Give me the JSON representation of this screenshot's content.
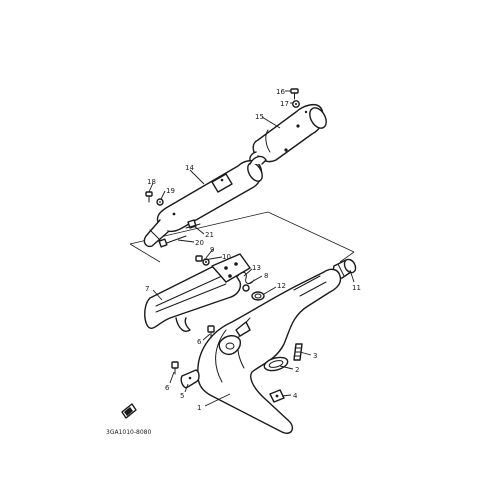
{
  "diagram": {
    "figure_code": "3GA1010-8080",
    "callouts": [
      {
        "id": "c1",
        "label": "1"
      },
      {
        "id": "c2",
        "label": "2"
      },
      {
        "id": "c3",
        "label": "3"
      },
      {
        "id": "c4",
        "label": "4"
      },
      {
        "id": "c5",
        "label": "5"
      },
      {
        "id": "c6a",
        "label": "6"
      },
      {
        "id": "c6b",
        "label": "6"
      },
      {
        "id": "c7",
        "label": "7"
      },
      {
        "id": "c8",
        "label": "8"
      },
      {
        "id": "c9",
        "label": "9"
      },
      {
        "id": "c10",
        "label": "10"
      },
      {
        "id": "c11",
        "label": "11"
      },
      {
        "id": "c12",
        "label": "12"
      },
      {
        "id": "c13",
        "label": "13"
      },
      {
        "id": "c14",
        "label": "14"
      },
      {
        "id": "c15",
        "label": "15"
      },
      {
        "id": "c16",
        "label": "16"
      },
      {
        "id": "c17",
        "label": "17"
      },
      {
        "id": "c18",
        "label": "18"
      },
      {
        "id": "c19",
        "label": "19"
      },
      {
        "id": "c20",
        "label": "20"
      },
      {
        "id": "c21",
        "label": "21"
      }
    ]
  }
}
